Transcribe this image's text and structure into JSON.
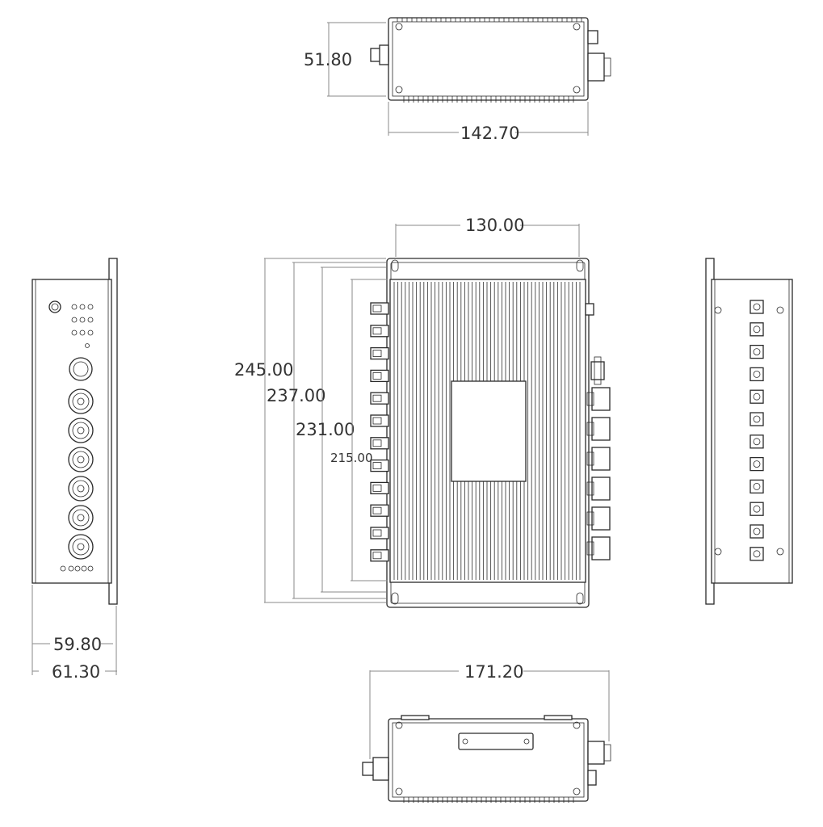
{
  "dimensions": {
    "top_height": "51.80",
    "top_width": "142.70",
    "front_width": "130.00",
    "front_h1": "245.00",
    "front_h2": "237.00",
    "front_h3": "231.00",
    "front_h4": "215.00",
    "left_w1": "59.80",
    "left_w2": "61.30",
    "bottom_width": "171.20"
  },
  "colors": {
    "line": "#2a2a2a",
    "dimension": "#8a8a8a"
  },
  "ports": {
    "left_ports": 12,
    "right_connectors": 6,
    "side_sockets": 12
  }
}
